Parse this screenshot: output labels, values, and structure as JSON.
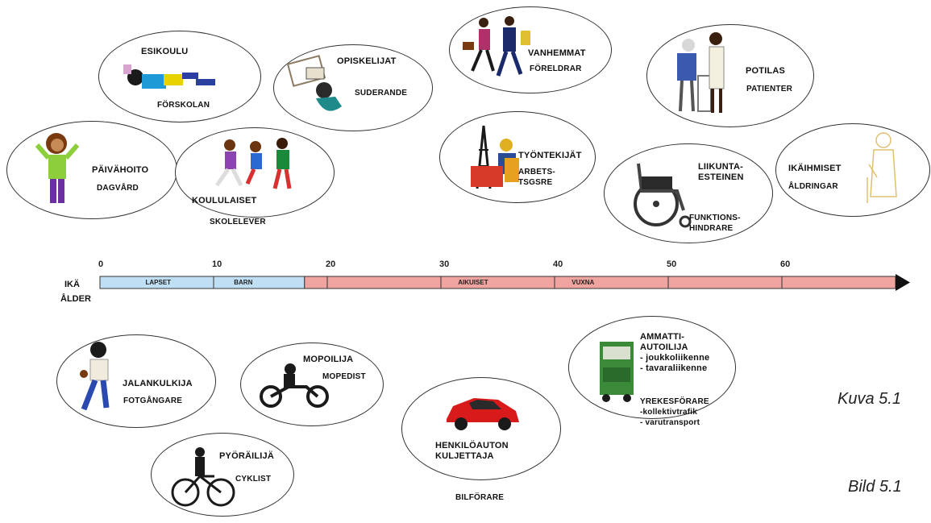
{
  "axis": {
    "label_fi": "IKÄ",
    "label_sv": "ÅLDER",
    "ticks": [
      0,
      10,
      20,
      30,
      40,
      50,
      60
    ],
    "child_label_fi": "LAPSET",
    "child_label_sv": "BARN",
    "adult_label_fi": "AIKUISET",
    "adult_label_sv": "VUXNA",
    "child_end_age": 18,
    "max_age": 70,
    "child_color": "#bfe0f4",
    "adult_color": "#f0a4a0"
  },
  "groups_top": [
    {
      "fi": "PÄIVÄHOITO",
      "sv": "DAGVÅRD"
    },
    {
      "fi": "ESIKOULU",
      "sv": "FÖRSKOLAN"
    },
    {
      "fi": "KOULULAISET",
      "sv": "SKOLELEVER"
    },
    {
      "fi": "OPISKELIJAT",
      "sv": "SUDERANDE"
    },
    {
      "fi": "VANHEMMAT",
      "sv": "FÖRELDRAR"
    },
    {
      "fi": "TYÖNTEKIJÄT",
      "sv": "ARBETS-\nTSGSRE"
    },
    {
      "fi": "POTILAS",
      "sv": "PATIENTER"
    },
    {
      "fi": "LIIKUNTA-\nESTEINEN",
      "sv": "FUNKTIONS-\nHINDRARE"
    },
    {
      "fi": "IKÄIHMISET",
      "sv": "ÅLDRINGAR"
    }
  ],
  "groups_bottom": [
    {
      "fi": "JALANKULKIJA",
      "sv": "FOTGÅNGARE"
    },
    {
      "fi": "MOPOILIJA",
      "sv": "MOPEDIST"
    },
    {
      "fi": "PYÖRÄILIJÄ",
      "sv": "CYKLIST"
    },
    {
      "fi": "HENKILÖAUTON\nKULJETTAJA",
      "sv": "BILFÖRARE"
    },
    {
      "fi": "AMMATTI-\nAUTOILIJA\n- joukkoliikenne\n- tavaraliikenne",
      "sv": "YREKESFÖRARE\n-kollektivtrafik\n- varutransport"
    }
  ],
  "captions": {
    "fi": "Kuva 5.1",
    "sv": "Bild 5.1"
  }
}
